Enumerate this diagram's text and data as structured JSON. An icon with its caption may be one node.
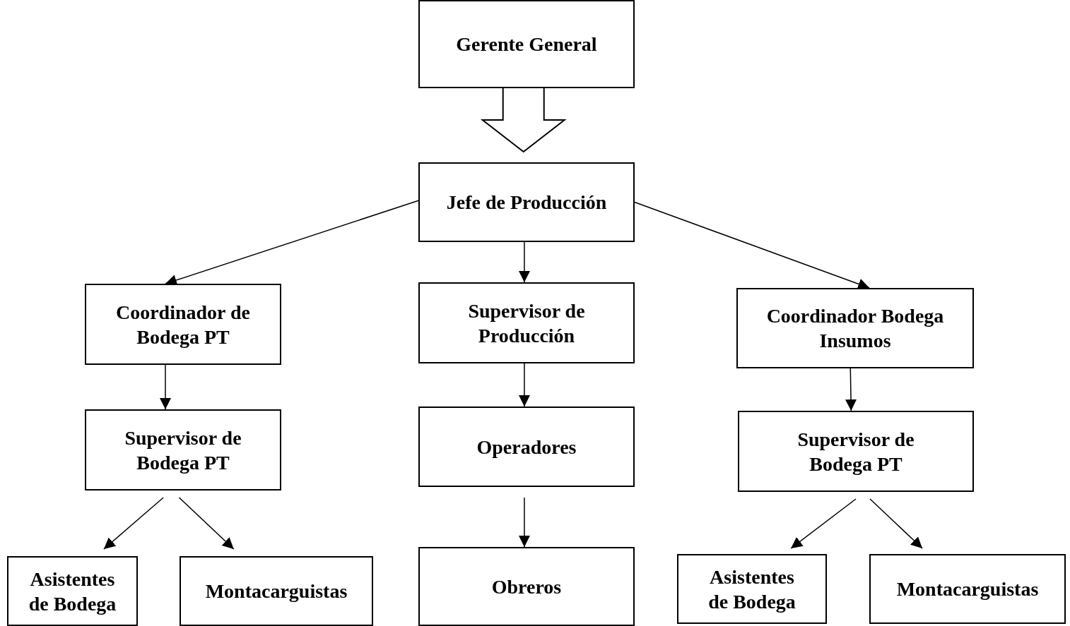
{
  "diagram": {
    "nodes": [
      {
        "text": [
          "Gerente General"
        ]
      },
      {
        "text": [
          "Jefe de Producción"
        ]
      },
      {
        "text": [
          "Coordinador de Bodega PT"
        ]
      },
      {
        "text": [
          "Supervisor de Producción"
        ]
      },
      {
        "text": [
          "Coordinador Bodega Insumos"
        ]
      },
      {
        "text": [
          "Supervisor de Bodega PT"
        ]
      },
      {
        "text": [
          "Operadores"
        ]
      },
      {
        "text": [
          "Supervisor de Bodega PT"
        ]
      },
      {
        "text": [
          "Asistentes de Bodega"
        ]
      },
      {
        "text": [
          "Montacarguistas"
        ]
      },
      {
        "text": [
          "Obreros"
        ]
      },
      {
        "text": [
          "Asistentes de Bodega"
        ]
      },
      {
        "text": [
          "Montacarguistas"
        ]
      }
    ],
    "edges": [
      {
        "from": 0,
        "to": 1,
        "arrow": "to",
        "style": "thick"
      },
      {
        "from": 1,
        "to": 2,
        "arrow": "to"
      },
      {
        "from": 1,
        "to": 3,
        "arrow": "to"
      },
      {
        "from": 1,
        "to": 4,
        "arrow": "to"
      },
      {
        "from": 2,
        "to": 5,
        "arrow": "to"
      },
      {
        "from": 3,
        "to": 6,
        "arrow": "to"
      },
      {
        "from": 4,
        "to": 7,
        "arrow": "to"
      },
      {
        "from": 5,
        "to": 8,
        "arrow": "to"
      },
      {
        "from": 5,
        "to": 9,
        "arrow": "to"
      },
      {
        "from": 6,
        "to": 10,
        "arrow": "to"
      },
      {
        "from": 7,
        "to": 11,
        "arrow": "to"
      },
      {
        "from": 7,
        "to": 12,
        "arrow": "to"
      }
    ]
  }
}
